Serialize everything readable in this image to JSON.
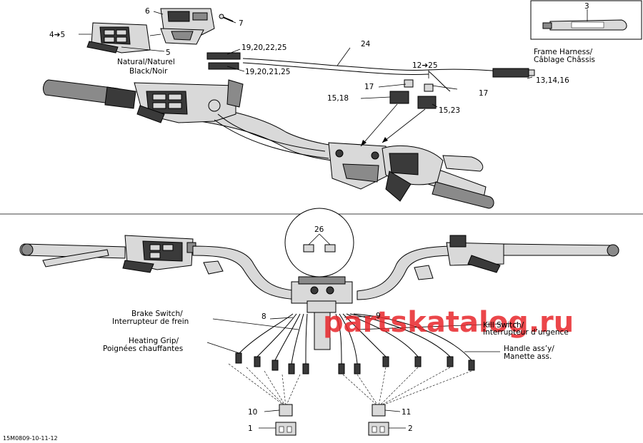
{
  "watermark": "partskatalog.ru",
  "figure_code": "15M0809-10-11-12",
  "callouts": {
    "c1": "1",
    "c2": "2",
    "c3": "3",
    "c4_5": "4➔5",
    "c5": "5",
    "c6": "6",
    "c7": "7",
    "c8": "8",
    "c9": "9",
    "c10": "10",
    "c11": "11",
    "c12_25": "12➔25",
    "c13_14_16": "13,14,16",
    "c15_18": "15,18",
    "c15_23": "15,23",
    "c17a": "17",
    "c17b": "17",
    "c19_20_22_25": "19,20,22,25",
    "c19_20_21_25": "19,20,21,25",
    "c24": "24",
    "c26": "26"
  },
  "labels": {
    "natural": "Natural/Naturel",
    "black": "Black/Noir",
    "frame_harness_1": "Frame Harness/",
    "frame_harness_2": "Câblage Châssis",
    "brake_switch_1": "Brake Switch/",
    "brake_switch_2": "Interrupteur de frein",
    "heating_grip_1": "Heating Grip/",
    "heating_grip_2": "Poignées chauffantes",
    "kill_switch_1": "Kill Switch/",
    "kill_switch_2": "Interrupteur d’urgence",
    "handle_assy_1": "Handle ass’y/",
    "handle_assy_2": "Manette ass."
  }
}
